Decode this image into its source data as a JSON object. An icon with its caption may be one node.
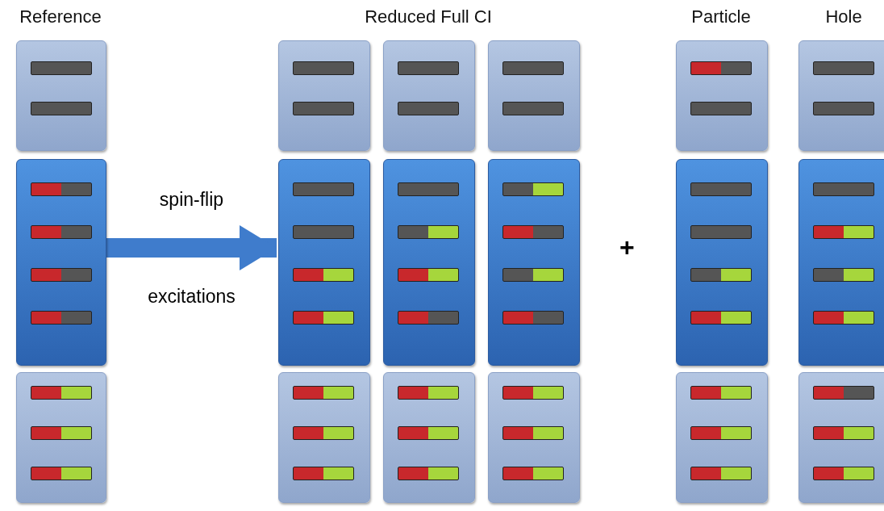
{
  "diagram": {
    "nodes": [
      {
        "text": [
          "Reference"
        ]
      },
      {
        "text": [
          "Reduced Full CI"
        ]
      },
      {
        "text": [],
        "shape": "box",
        "in": 1
      },
      {
        "text": [],
        "shape": "box",
        "in": 1
      },
      {
        "text": [],
        "shape": "box",
        "in": 1
      },
      {
        "text": [
          "Particle"
        ]
      },
      {
        "text": [
          "Hole"
        ]
      }
    ],
    "edges": [
      {
        "from": 0,
        "to": 1,
        "arrow": "to",
        "label": "spin-flip excitations"
      }
    ],
    "labels": [
      "+"
    ]
  }
}
